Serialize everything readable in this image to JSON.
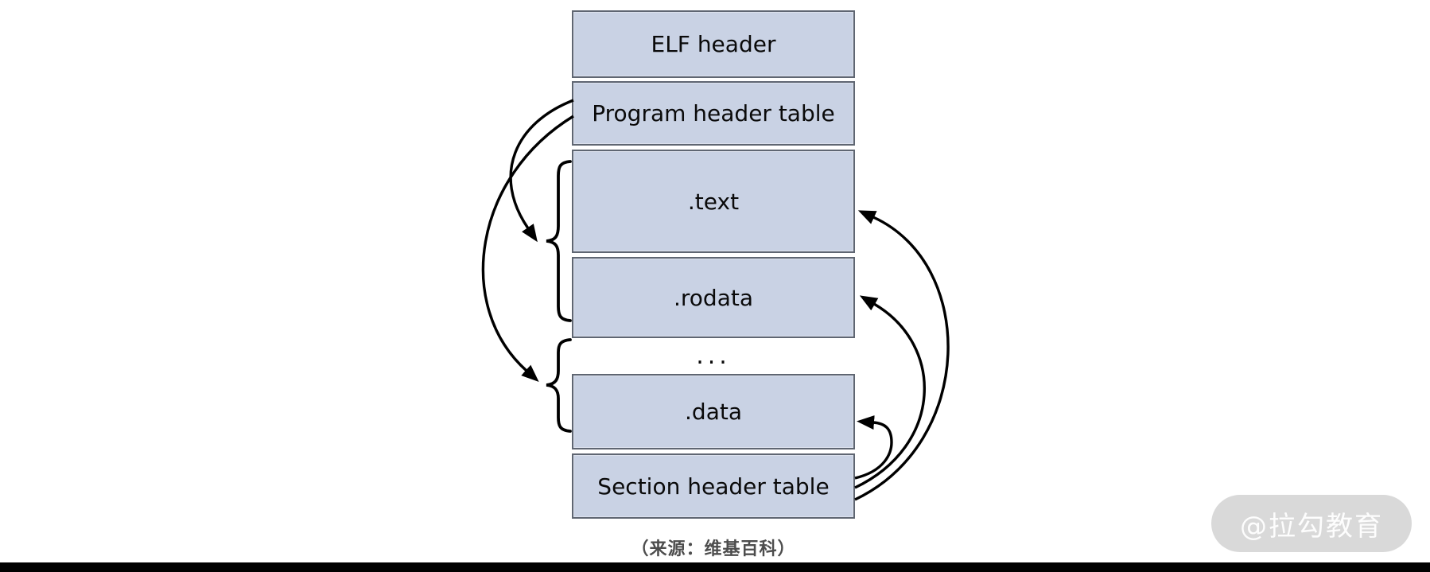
{
  "figure": {
    "boxes": [
      {
        "label": "ELF header"
      },
      {
        "label": "Program header table"
      },
      {
        "label": ".text"
      },
      {
        "label": ".rodata"
      },
      {
        "label": "..."
      },
      {
        "label": ".data"
      },
      {
        "label": "Section header table"
      }
    ],
    "caption": "（来源：维基百科）",
    "watermark": "@拉勾教育",
    "colors": {
      "box_fill": "#c9d2e4",
      "box_border": "#5f6672",
      "arrow": "#000000",
      "caption_text": "#4d4d4d",
      "watermark_bg": "#d9d9d9",
      "watermark_text": "#fdfdfd",
      "bottom_bar": "#000000"
    }
  }
}
